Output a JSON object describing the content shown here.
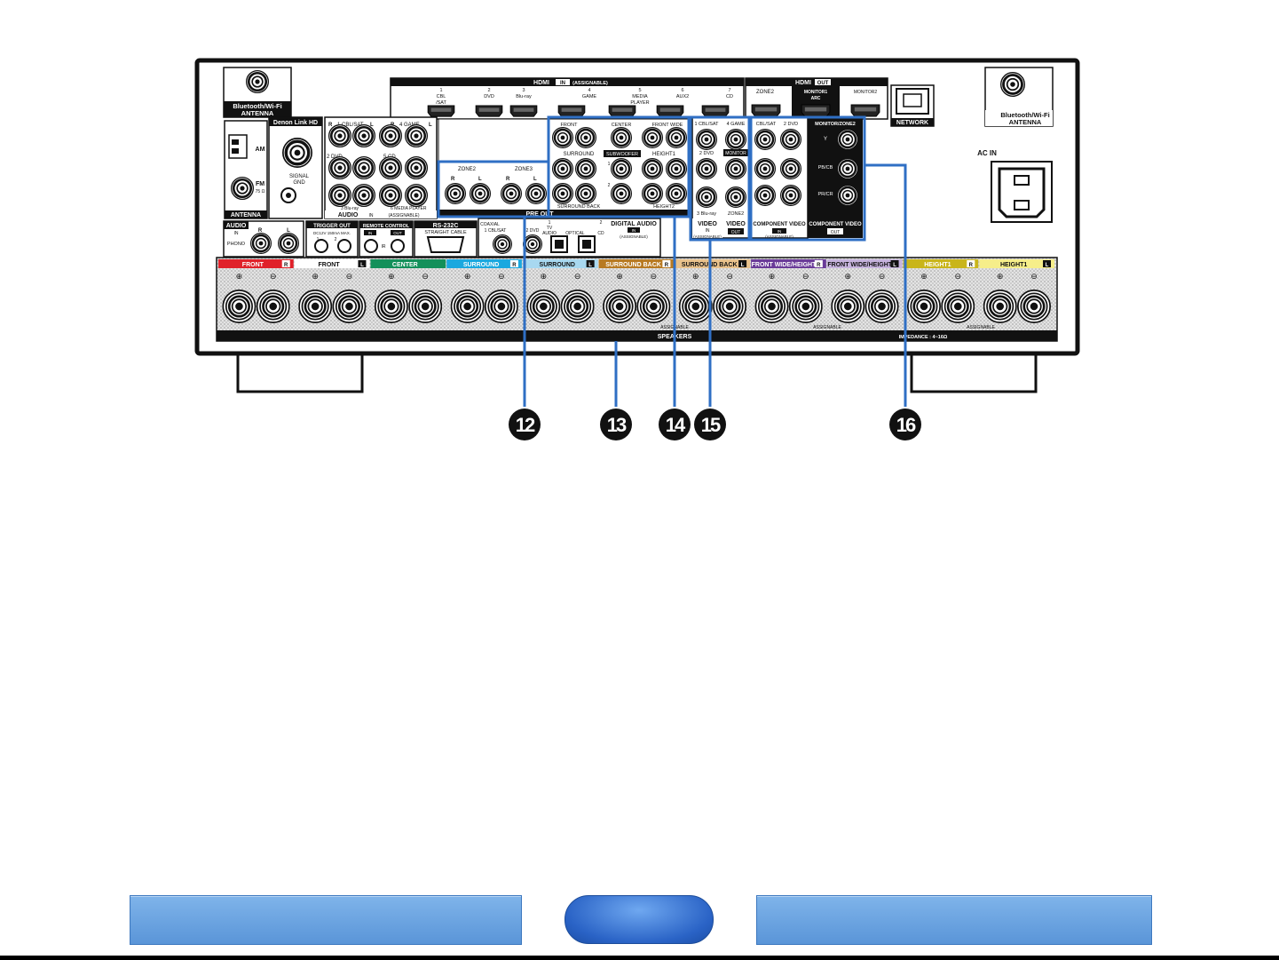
{
  "hdmi_in": {
    "title": "HDMI",
    "tag": "IN",
    "assign": "(ASSIGNABLE)",
    "ports": [
      {
        "num": "1",
        "label": "CBL",
        "label2": "/SAT"
      },
      {
        "num": "2",
        "label": "DVD",
        "label2": ""
      },
      {
        "num": "3",
        "label": "Blu-ray",
        "label2": ""
      },
      {
        "num": "4",
        "label": "GAME",
        "label2": ""
      },
      {
        "num": "5",
        "label": "MEDIA",
        "label2": "PLAYER"
      },
      {
        "num": "6",
        "label": "AUX2",
        "label2": ""
      },
      {
        "num": "7",
        "label": "CD",
        "label2": ""
      }
    ]
  },
  "hdmi_out": {
    "title": "HDMI",
    "tag": "OUT",
    "zone2": "ZONE2",
    "monitor1": "MONITOR1",
    "arc": "ARC",
    "monitor2": "MONITOR2"
  },
  "network": "NETWORK",
  "bt_left": {
    "line1": "Bluetooth/Wi-Fi",
    "line2": "ANTENNA"
  },
  "bt_right": {
    "line1": "Bluetooth/Wi-Fi",
    "line2": "ANTENNA"
  },
  "antenna": {
    "am": "AM",
    "fm": "FM",
    "ohm": "75 Ω",
    "title": "ANTENNA"
  },
  "denon_link": {
    "title": "Denon Link HD",
    "signal": "SIGNAL",
    "gnd": "GND"
  },
  "audio_in": {
    "r": "R",
    "l": "L",
    "l1": "1 CBL/SAT",
    "l4": "4 GAME",
    "l2": "2 DVD",
    "l5": "5 CD",
    "l3": "3 Blu-ray",
    "l6": "6 MEDIA PLAYER",
    "title": "AUDIO",
    "tag": "IN",
    "assign": "(ASSIGNABLE)"
  },
  "preout": {
    "title": "PRE OUT",
    "zone2": "ZONE2",
    "zone3": "ZONE3",
    "r": "R",
    "l": "L",
    "front": "FRONT",
    "center": "CENTER",
    "front_wide": "FRONT WIDE",
    "surround": "SURROUND",
    "subwoofer": "SUBWOOFER",
    "height1": "HEIGHT1",
    "sub1": "1",
    "sub2": "2",
    "surround_back": "SURROUND BACK",
    "height2": "HEIGHT2"
  },
  "video_in": {
    "l1": "1 CBL/SAT",
    "l4": "4 GAME",
    "l2": "2 DVD",
    "monitor": "MONITOR",
    "l3": "3 Blu-ray",
    "zone2": "ZONE2",
    "title": "VIDEO",
    "tag_in": "IN",
    "tag_out": "OUT",
    "assign": "(ASSIGNABLE)"
  },
  "component": {
    "cbl": "CBL/SAT",
    "dvd": "2 DVD",
    "monzone": "MONITOR/ZONE2",
    "y": "Y",
    "pb": "PB/CB",
    "pr": "PR/CR",
    "title_in": "COMPONENT VIDEO",
    "tag_in": "IN",
    "assign": "(ASSIGNABLE)",
    "title_out": "COMPONENT VIDEO",
    "tag_out": "OUT"
  },
  "ac_in": "AC IN",
  "phono": {
    "title": "AUDIO",
    "tag": "IN",
    "r": "R",
    "l": "L",
    "label": "PHONO"
  },
  "trigger": {
    "title": "TRIGGER OUT",
    "spec": "DC12V 150mA MAX.",
    "n1": "1",
    "n2": "2"
  },
  "remote": {
    "title": "REMOTE CONTROL",
    "in": "IN",
    "out": "OUT",
    "ir": "IR"
  },
  "rs232": {
    "title": "RS-232C",
    "sub": "STRAIGHT CABLE"
  },
  "digital": {
    "title": "DIGITAL AUDIO",
    "tag": "IN",
    "assign": "(ASSIGNABLE)",
    "coaxial": "COAXIAL",
    "c1": "1 CBL/SAT",
    "c2": "2 DVD",
    "o1num": "1",
    "o1a": "TV",
    "o1b": "AUDIO",
    "optical": "OPTICAL",
    "o2num": "2",
    "o2": "CD"
  },
  "speakers": {
    "title": "SPEAKERS",
    "assignable": "ASSIGNABLE",
    "impedance": "IMPEDANCE : 4~16Ω",
    "labels": [
      {
        "text": "FRONT",
        "ch": "R",
        "color": "#e0212a"
      },
      {
        "text": "FRONT",
        "ch": "L",
        "color": "#ffffff"
      },
      {
        "text": "CENTER",
        "ch": "",
        "color": "#13905a"
      },
      {
        "text": "SURROUND",
        "ch": "R",
        "color": "#1aa8df"
      },
      {
        "text": "SURROUND",
        "ch": "L",
        "color": "#a8d8f0"
      },
      {
        "text": "SURROUND BACK",
        "ch": "R",
        "color": "#b87a22"
      },
      {
        "text": "SURROUND BACK",
        "ch": "L",
        "color": "#e9c28c"
      },
      {
        "text": "FRONT WIDE/HEIGHT2",
        "ch": "R",
        "color": "#6a3b98"
      },
      {
        "text": "FRONT WIDE/HEIGHT2",
        "ch": "L",
        "color": "#c6b3dd"
      },
      {
        "text": "HEIGHT1",
        "ch": "R",
        "color": "#c9b51a"
      },
      {
        "text": "HEIGHT1",
        "ch": "L",
        "color": "#f6ee8a"
      }
    ]
  },
  "callouts": [
    "12",
    "13",
    "14",
    "15",
    "16"
  ],
  "colors": {
    "callout_line": "#2f6fc4",
    "nav": "#6aa5e6",
    "home": "#2a63c6"
  }
}
